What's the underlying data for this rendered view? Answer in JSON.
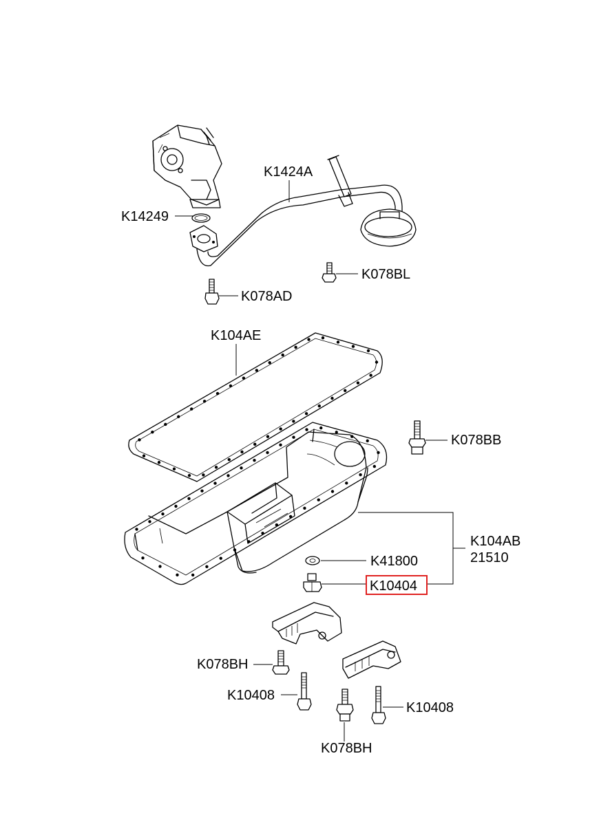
{
  "labels": {
    "k1424a": "K1424A",
    "k14249": "K14249",
    "k078bl": "K078BL",
    "k078ad": "K078AD",
    "k104ae": "K104AE",
    "k078bb": "K078BB",
    "k104ab": "K104AB",
    "n21510": "21510",
    "k41800": "K41800",
    "k10404": "K10404",
    "k078bh_left": "K078BH",
    "k10408_left": "K10408",
    "k10408_right": "K10408",
    "k078bh_bottom": "K078BH"
  },
  "colors": {
    "line": "#000000",
    "highlight": "#e0201f",
    "background": "#ffffff"
  },
  "highlighted_part": "K10404"
}
